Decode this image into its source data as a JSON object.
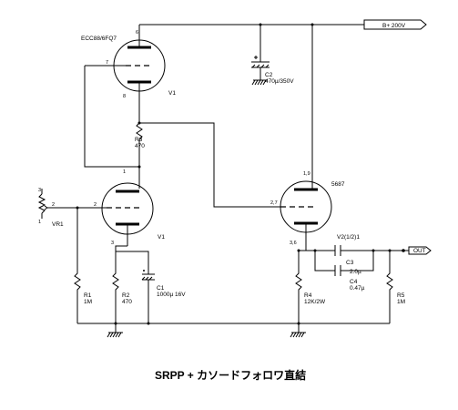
{
  "title": "SRPP + カソードフォロワ直結",
  "supply_label": "B+ 200V",
  "output_label": "OUT",
  "tubes": {
    "v1_top": {
      "type": "ECC88/6FQ7",
      "ref": "V1",
      "pins": [
        "6",
        "7",
        "8"
      ]
    },
    "v1_bottom": {
      "ref": "V1",
      "pins": [
        "1",
        "2",
        "3"
      ]
    },
    "v2": {
      "type": "5687",
      "ref": "V2(1/2)1",
      "pins": [
        "1,9",
        "2,7",
        "3,6"
      ]
    }
  },
  "components": {
    "vr1": {
      "ref": "VR1",
      "pins": [
        "3",
        "2",
        "1"
      ]
    },
    "r1": {
      "ref": "R1",
      "value": "1M"
    },
    "r2": {
      "ref": "R2",
      "value": "470"
    },
    "r3": {
      "ref": "R3",
      "value": "470"
    },
    "r4": {
      "ref": "R4",
      "value": "12K/2W"
    },
    "r5": {
      "ref": "R5",
      "value": "1M"
    },
    "c1": {
      "ref": "C1",
      "value": "1000µ  16V"
    },
    "c2": {
      "ref": "C2",
      "value": "470µ/350V"
    },
    "c3": {
      "ref": "C3",
      "value": "2.0µ"
    },
    "c4": {
      "ref": "C4",
      "value": "0.47µ"
    }
  }
}
